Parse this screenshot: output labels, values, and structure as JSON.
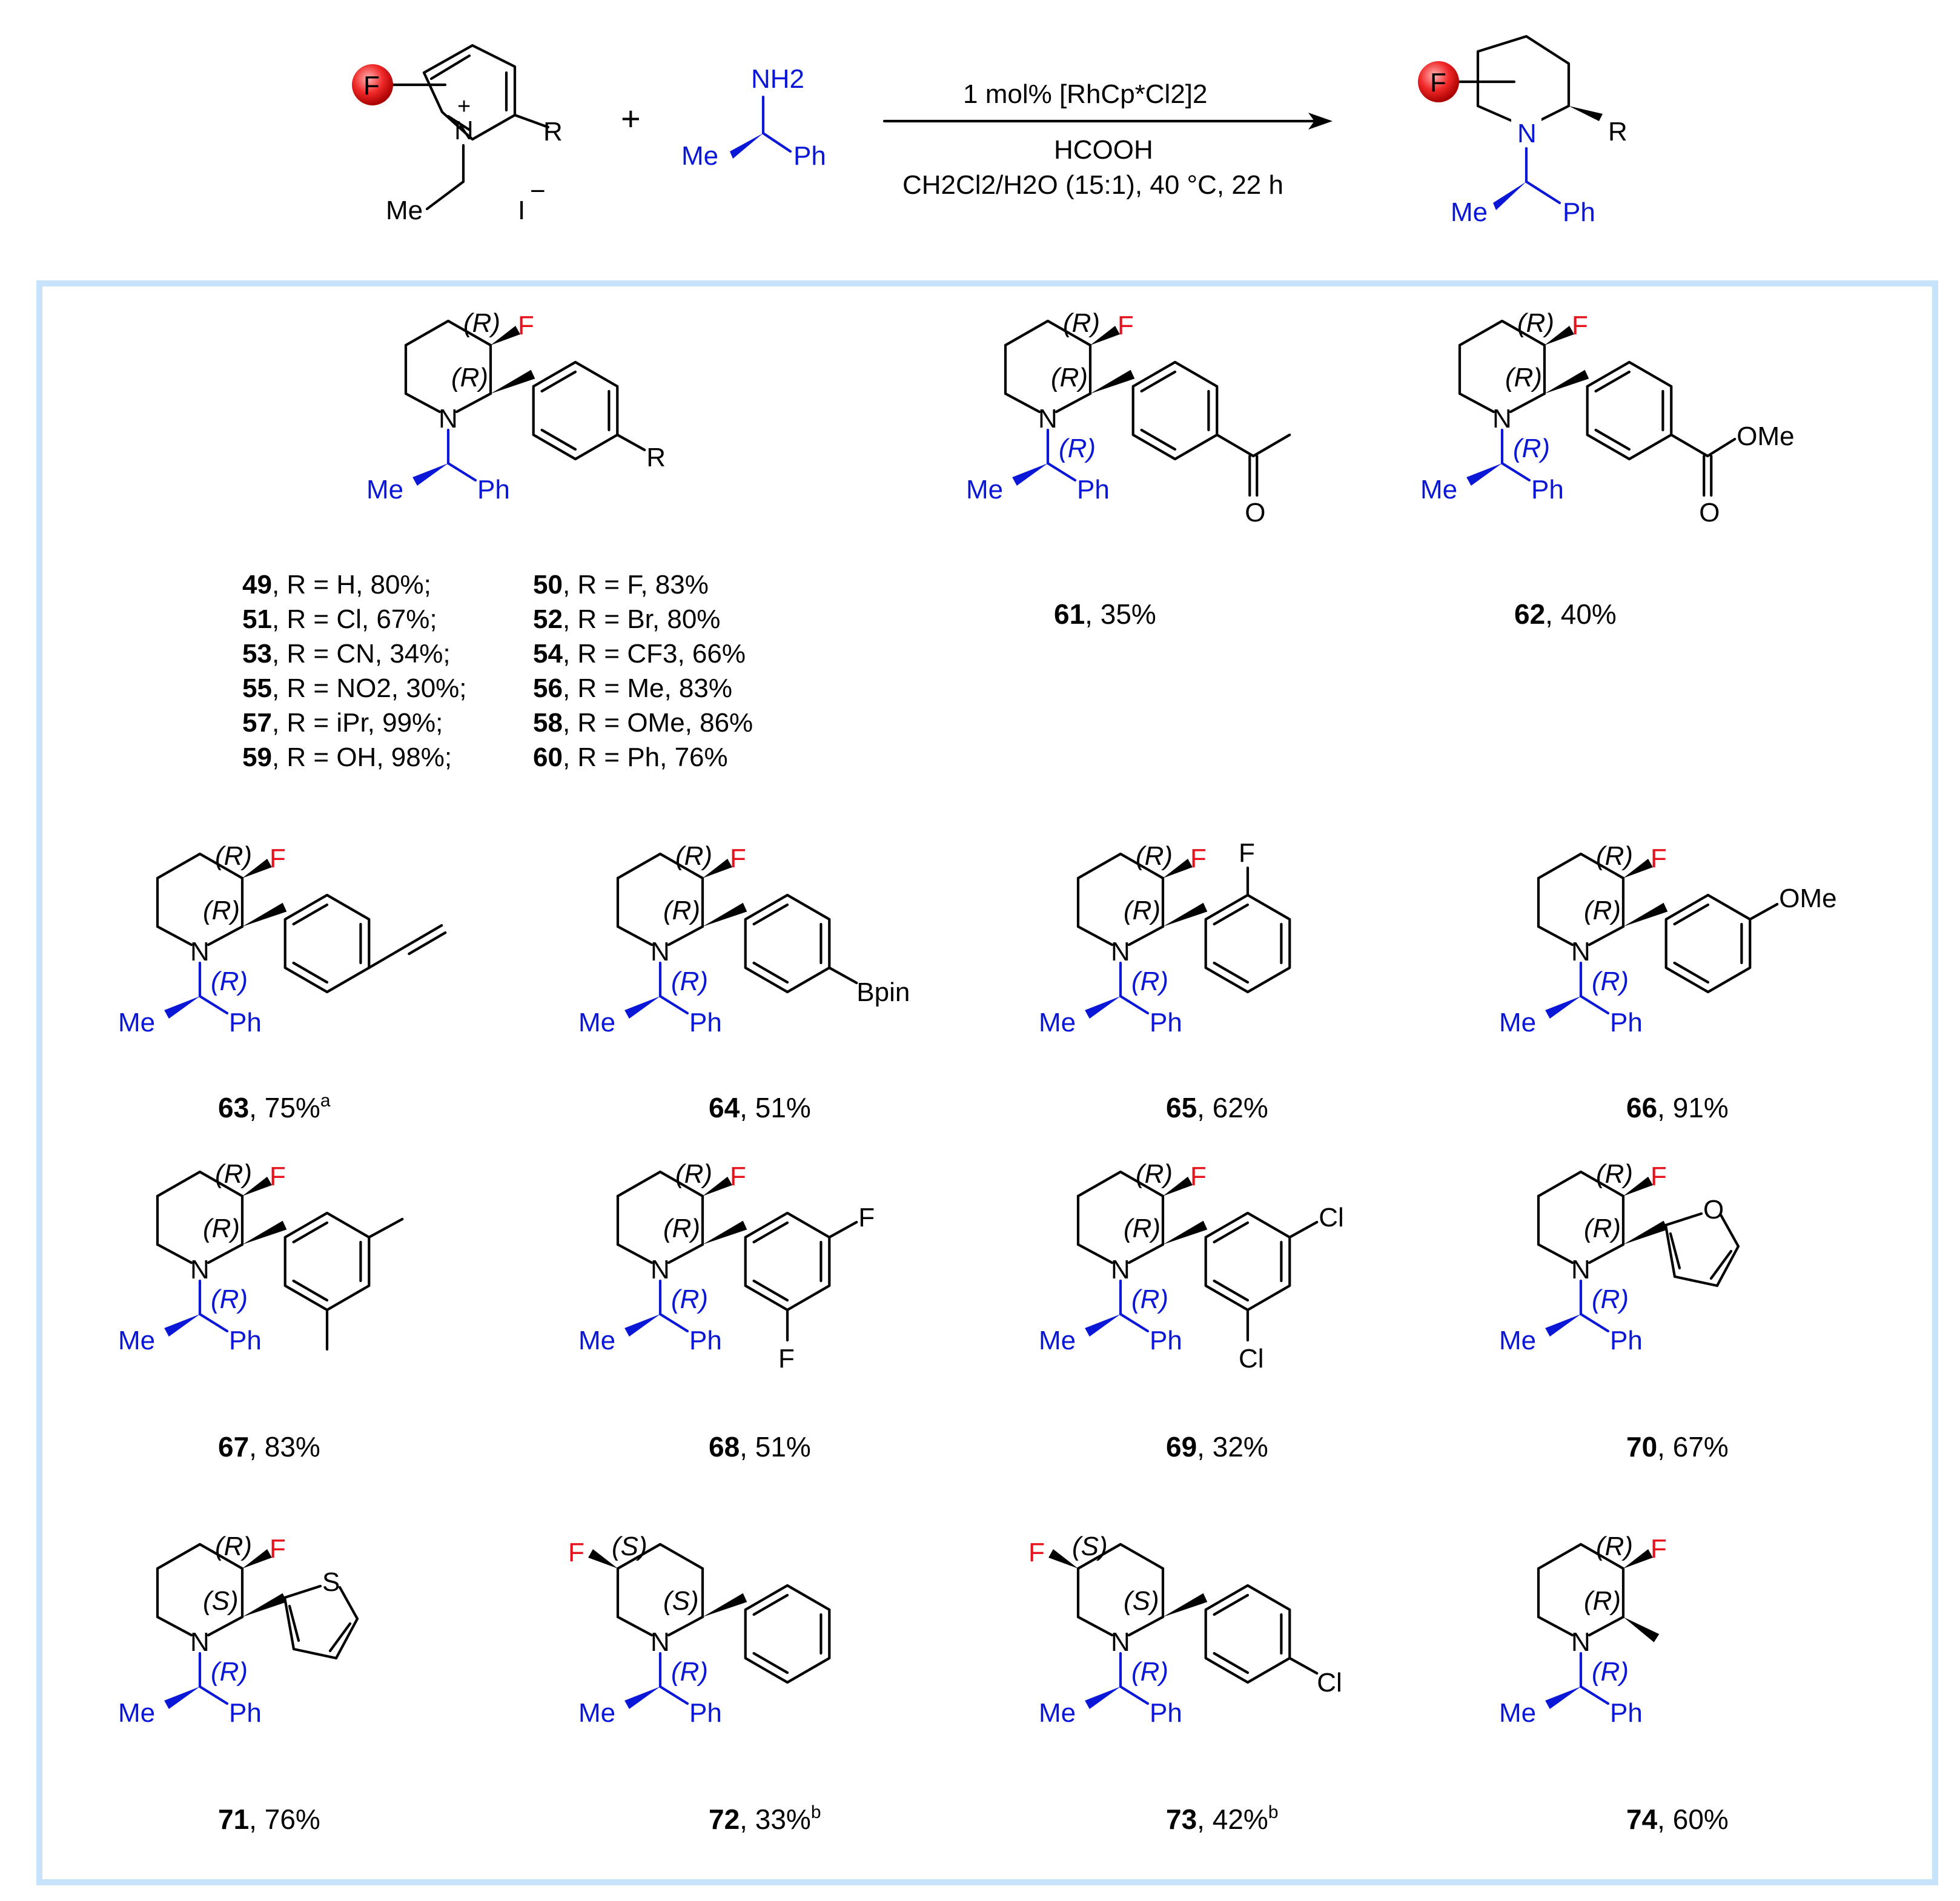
{
  "reaction": {
    "condition_catalyst": "1 mol% [RhCp*Cl2]2",
    "condition_reagent": "HCOOH",
    "condition_solvent": "CH2Cl2/H2O (15:1), 40 °C, 22 h",
    "plus": "+",
    "substrate_labels": {
      "f": "F",
      "r": "R",
      "me": "Me",
      "iodide": "I",
      "nplus": "N",
      "charge_plus": "+",
      "charge_minus": "−"
    },
    "amine_labels": {
      "nh2": "NH2",
      "me": "Me",
      "ph": "Ph"
    },
    "product_labels": {
      "f": "F",
      "n": "N",
      "r": "R",
      "me": "Me",
      "ph": "Ph"
    }
  },
  "series_49_60": [
    {
      "id": "49",
      "text": ", R = H, 80%;"
    },
    {
      "id": "50",
      "text": ", R = F, 83%"
    },
    {
      "id": "51",
      "text": ", R = Cl, 67%;"
    },
    {
      "id": "52",
      "text": ", R = Br, 80%"
    },
    {
      "id": "53",
      "text": ", R = CN, 34%;"
    },
    {
      "id": "54",
      "text": ", R = CF3, 66%"
    },
    {
      "id": "55",
      "text": ", R = NO2, 30%;"
    },
    {
      "id": "56",
      "text": ", R = Me, 83%"
    },
    {
      "id": "57",
      "text": ", R = iPr, 99%;"
    },
    {
      "id": "58",
      "text": ", R = OMe, 86%"
    },
    {
      "id": "59",
      "text": ", R = OH, 98%;"
    },
    {
      "id": "60",
      "text": ", R = Ph, 76%"
    }
  ],
  "compounds": [
    {
      "id": "61",
      "yield": ", 35%",
      "note": "",
      "aryl_label": "O"
    },
    {
      "id": "62",
      "yield": ", 40%",
      "note": "",
      "aryl_label": "O",
      "aryl_label2": "OMe"
    },
    {
      "id": "63",
      "yield": ", 75%",
      "note": "a",
      "aryl_label": ""
    },
    {
      "id": "64",
      "yield": ", 51%",
      "note": "",
      "aryl_label": "Bpin"
    },
    {
      "id": "65",
      "yield": ", 62%",
      "note": "",
      "aryl_label": "F"
    },
    {
      "id": "66",
      "yield": ", 91%",
      "note": "",
      "aryl_label": "OMe"
    },
    {
      "id": "67",
      "yield": ", 83%",
      "note": "",
      "aryl_label": ""
    },
    {
      "id": "68",
      "yield": ", 51%",
      "note": "",
      "aryl_label": "F",
      "aryl_label2": "F"
    },
    {
      "id": "69",
      "yield": ", 32%",
      "note": "",
      "aryl_label": "Cl",
      "aryl_label2": "Cl"
    },
    {
      "id": "70",
      "yield": ", 67%",
      "note": "",
      "aryl_label": "O"
    },
    {
      "id": "71",
      "yield": ", 76%",
      "note": "",
      "aryl_label": "S"
    },
    {
      "id": "72",
      "yield": ", 33%",
      "note": "b",
      "aryl_label": ""
    },
    {
      "id": "73",
      "yield": ", 42%",
      "note": "b",
      "aryl_label": "Cl"
    },
    {
      "id": "74",
      "yield": ", 60%",
      "note": "",
      "aryl_label": ""
    }
  ],
  "labels": {
    "R": "(R)",
    "S": "(S)",
    "F": "F",
    "N": "N",
    "Me": "Me",
    "Ph": "Ph",
    "Rsub": "R"
  },
  "colors": {
    "fluorine": "#e8101a",
    "amine": "#0a17d6",
    "panel_border": "#c7e3fb"
  }
}
